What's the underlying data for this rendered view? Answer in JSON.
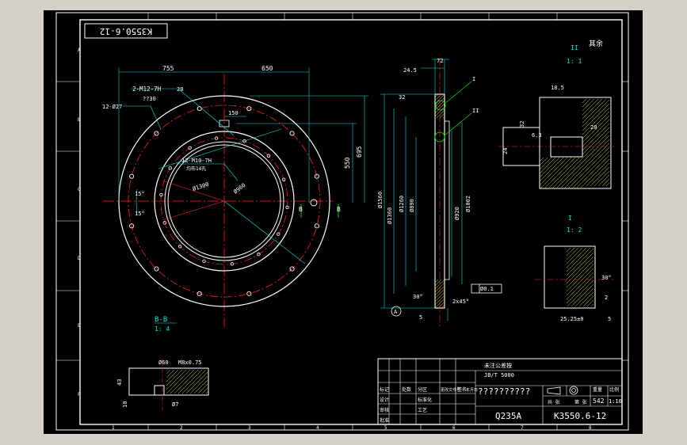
{
  "colors": {
    "background": "#000000",
    "frame": "#ffffff",
    "contour": "#ffffff",
    "dimension": "#00e5e5",
    "centerline": "#ff2020",
    "annotation": "#ffff00",
    "hatch": "#e0e000",
    "leader": "#00ff00",
    "title_text": "#ffffff"
  },
  "sheet": {
    "drawing_number_box": "K3550.6-12",
    "zone_letters_left": [
      "A",
      "B",
      "C",
      "D",
      "E",
      "F"
    ],
    "zone_numbers_bottom": [
      "1",
      "2",
      "3",
      "4",
      "5",
      "6",
      "7",
      "8"
    ]
  },
  "front_view": {
    "label": "B-B",
    "scale": "1: 4",
    "dim_left": "755",
    "dim_right": "650",
    "thread_note_1": "2-M12-7H",
    "thread_depth_1": "20",
    "thread_sub_1": "??30",
    "holes_note": "12-Ø27",
    "thread_note_2": "12-M10-7H",
    "thread_sub_2": "均布14孔",
    "dim_150": "150",
    "dim_550": "550",
    "dim_695": "695",
    "dia_1300": "Ø1300",
    "dia_960": "Ø960",
    "angle_a": "15°",
    "angle_b": "15°",
    "section_mark": "B"
  },
  "section_view": {
    "dim_72": "72",
    "dim_245": "24.5",
    "dim_32": "32",
    "dia_1560": "Ø1560",
    "dia_1360": "Ø1360",
    "dia_1260": "Ø1260",
    "dia_890": "Ø890",
    "dia_920": "Ø920",
    "dia_1002": "Ø1002",
    "chamfer": "2x45°",
    "angle_30": "30°",
    "dim_5": "5",
    "datum": "A",
    "tolerance": "Ø0.1",
    "detail_1": "I",
    "detail_2": "II"
  },
  "detail_ii": {
    "label": "II",
    "scale": "1: 1",
    "note": "其余",
    "dim_185": "18.5",
    "dim_20": "20",
    "dim_24": "24",
    "dim_32": "32",
    "dim_63": "6.3"
  },
  "detail_i": {
    "label": "I",
    "scale": "1: 2",
    "dim_30": "30°",
    "dim_2": "2",
    "dim_25": "25.25±0",
    "dim_5": "5"
  },
  "hole_detail": {
    "dia_60": "Ø60",
    "thread": "M8x0.75",
    "dim_43": "43",
    "dim_10": "10",
    "dia_7": "Ø7"
  },
  "title_block": {
    "standard_line1": "未注公差按",
    "standard_line2": "JB/T 5000",
    "placeholder_text": "??????????",
    "material": "Q235A",
    "drawing_number": "K3550.6-12",
    "weight": "542",
    "scale": "1:10",
    "label_weight": "重量",
    "label_scale": "比例",
    "label_sheets": "共 张",
    "label_sheet": "第 张",
    "row_labels": [
      "标记",
      "处数",
      "分区",
      "更改文件号",
      "签名",
      "年月日"
    ],
    "role_labels": [
      "设计",
      "标准化",
      "审核",
      "工艺",
      "批准"
    ]
  }
}
